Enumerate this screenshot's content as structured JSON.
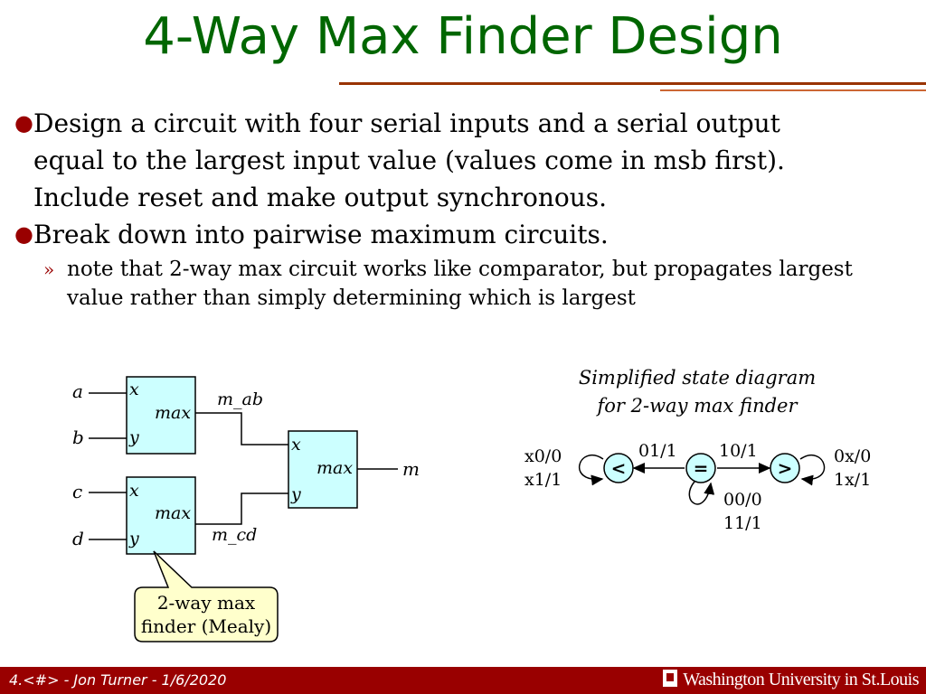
{
  "slide": {
    "title": "4-Way Max Finder Design",
    "bullets": [
      "Design a circuit with four serial inputs and a serial output equal to the largest input value (values come in msb first). Include reset and make output synchronous.",
      "Break down into pairwise maximum circuits."
    ],
    "subbullet_marker": "»",
    "subbullet": "note that 2-way max circuit works like comparator, but propagates largest value rather than simply determining which is largest"
  },
  "circuit": {
    "inputs": [
      "a",
      "b",
      "c",
      "d"
    ],
    "port_x": "x",
    "port_y": "y",
    "block_label": "max",
    "wire_ab": "m_ab",
    "wire_cd": "m_cd",
    "output": "m",
    "callout_line1": "2-way max",
    "callout_line2": "finder (Mealy)"
  },
  "state_diagram": {
    "caption_line1": "Simplified state diagram",
    "caption_line2": "for 2-way max finder",
    "states": {
      "less": "<",
      "equal": "=",
      "greater": ">"
    },
    "less_loop_1": "x0/0",
    "less_loop_2": "x1/1",
    "eq_to_less": "01/1",
    "eq_to_greater": "10/1",
    "greater_loop_1": "0x/0",
    "greater_loop_2": "1x/1",
    "eq_loop_1": "00/0",
    "eq_loop_2": "11/1",
    "state_fill": "#ccffff"
  },
  "footer": {
    "left": "4.<#> - Jon Turner - 1/6/2020",
    "right": "Washington University in St.Louis"
  },
  "colors": {
    "title": "#006600",
    "accent": "#990000",
    "block_fill": "#ccffff",
    "callout_fill": "#ffffcc"
  }
}
